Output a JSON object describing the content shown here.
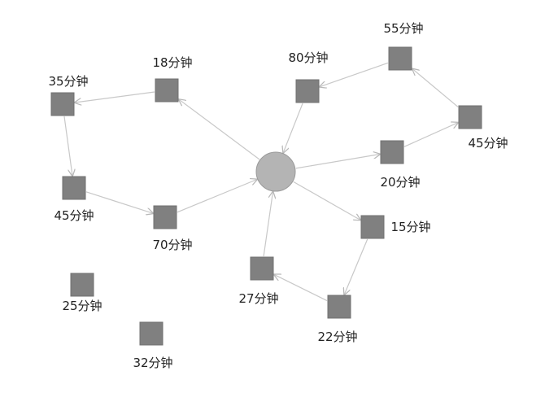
{
  "nodes": [
    {
      "id": "n18",
      "label": "18分钟"
    },
    {
      "id": "n35",
      "label": "35分钟"
    },
    {
      "id": "n45a",
      "label": "45分钟"
    },
    {
      "id": "n70",
      "label": "70分钟"
    },
    {
      "id": "n80",
      "label": "80分钟"
    },
    {
      "id": "n55",
      "label": "55分钟"
    },
    {
      "id": "n45b",
      "label": "45分钟"
    },
    {
      "id": "n20",
      "label": "20分钟"
    },
    {
      "id": "n15",
      "label": "15分钟"
    },
    {
      "id": "n22",
      "label": "22分钟"
    },
    {
      "id": "n27",
      "label": "27分钟"
    },
    {
      "id": "n25",
      "label": "25分钟"
    },
    {
      "id": "n32",
      "label": "32分钟"
    }
  ],
  "hub": {
    "id": "hub"
  },
  "edges": [
    {
      "from": "n18",
      "to": "n35"
    },
    {
      "from": "n35",
      "to": "n45a"
    },
    {
      "from": "n45a",
      "to": "n70"
    },
    {
      "from": "n70",
      "to": "hub"
    },
    {
      "from": "hub",
      "to": "n18"
    },
    {
      "from": "n80",
      "to": "hub"
    },
    {
      "from": "n55",
      "to": "n80"
    },
    {
      "from": "n45b",
      "to": "n55"
    },
    {
      "from": "n20",
      "to": "n45b"
    },
    {
      "from": "hub",
      "to": "n20"
    },
    {
      "from": "hub",
      "to": "n15"
    },
    {
      "from": "n15",
      "to": "n22"
    },
    {
      "from": "n22",
      "to": "n27"
    },
    {
      "from": "n27",
      "to": "hub"
    }
  ],
  "colors": {
    "node": "#808080",
    "hub": "#b4b4b4",
    "edge": "#c8c8c8",
    "text": "#222222"
  }
}
